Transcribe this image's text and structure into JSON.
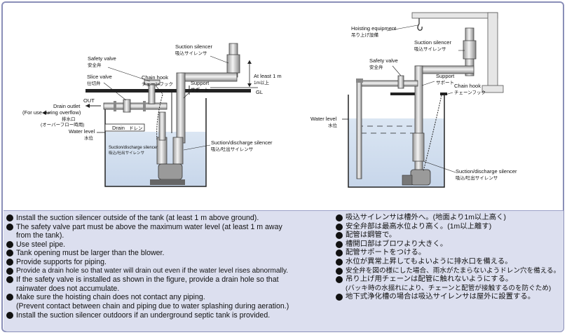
{
  "left_diagram": {
    "labels": {
      "safety_valve_en": "Safety valve",
      "safety_valve_jp": "安全弁",
      "suction_silencer_en": "Suction silencer",
      "suction_silencer_jp": "吸込サイレンサ",
      "slice_valve_en": "Slice valve",
      "slice_valve_jp": "仕切弁",
      "chain_hook_en": "Chain hook",
      "chain_hook_jp": "チェーンフック",
      "support_en": "Support",
      "support_jp": "サポート",
      "at_least_en": "At least 1 m",
      "at_least_jp": "1m以上",
      "gl": "GL",
      "out": "OUT",
      "drain_outlet_en": "Drain outlet",
      "drain_outlet_en2": "(For use during overflow)",
      "drain_outlet_jp": "排水口",
      "drain_outlet_jp2": "(オーバーフロー時用)",
      "drain_en": "Drain",
      "drain_jp": "ドレン",
      "water_level_en": "Water level",
      "water_level_jp": "水位",
      "suction_discharge_en": "Suction/discharge silencer",
      "suction_discharge_jp": "吸込/吐出サイレンサ",
      "suction_discharge_inner_en": "Suction/discharge silencer",
      "suction_discharge_inner_jp": "吸込/吐出サイレンサ"
    }
  },
  "right_diagram": {
    "labels": {
      "hoisting_en": "Hoisting equipment",
      "hoisting_jp": "吊り上げ設備",
      "suction_silencer_en": "Suction silencer",
      "suction_silencer_jp": "吸込サイレンサ",
      "safety_valve_en": "Safety valve",
      "safety_valve_jp": "安全弁",
      "support_en": "Support",
      "support_jp": "サポート",
      "chain_hook_en": "Chain hook",
      "chain_hook_jp": "チェーンフック",
      "water_level_en": "Water level",
      "water_level_jp": "水位",
      "suction_discharge_en": "Suction/discharge silencer",
      "suction_discharge_jp": "吸込/吐出サイレンサ"
    }
  },
  "notes_en": [
    "Install the suction silencer outside of the tank (at least 1 m above ground).",
    "The safety valve part must be above the maximum water level (at least 1 m away",
    "from the tank).",
    "Use steel pipe.",
    "Tank opening must be larger than the blower.",
    "Provide supports for piping.",
    "Provide a drain hole so that water will drain out even if the water level rises abnormally.",
    "If the safety valve is installed as shown in the figure, provide a drain hole so that",
    "rainwater does not accumulate.",
    "Make sure the hoisting chain does not contact any piping.",
    "(Prevent contact between chain and piping due to water splashing during aeration.)",
    "Install the suction silencer outdoors if an underground septic tank is provided."
  ],
  "notes_jp": [
    "吸込サイレンサは槽外へ。(地面より1m以上高く)",
    "安全弁部は最高水位より高く。(1m以上離す)",
    "配管は鋼管で。",
    "槽開口部はブロワより大きく。",
    "配管サポートをつける。",
    "水位が異常上昇してもよいように排水口を備える。",
    "安全弁を図の様にした場合、雨水がたまらないようドレン穴を備える。",
    "吊り上げ用チェーンは配管に触れないようにする。",
    "(バッキ時の水揺れにより、チェーンと配管が接触するのを防ぐため)",
    "地下式浄化槽の場合は吸込サイレンサは屋外に設置する。"
  ]
}
